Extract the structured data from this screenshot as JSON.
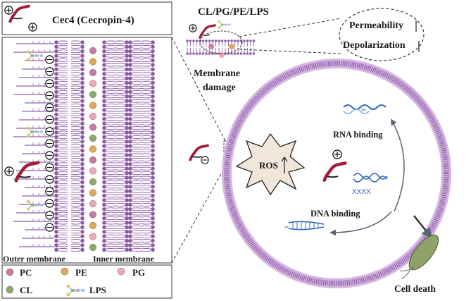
{
  "peptide": {
    "name": "Cec4 (Cecropin-4)"
  },
  "lipid_title": "CL/PG/PE/LPS",
  "effects": {
    "permeability": "Permeability",
    "depolarization": "Depolarization"
  },
  "membrane_damage": {
    "line1": "Membrane",
    "line2": "damage"
  },
  "cell": {
    "ros": "ROS",
    "rna_binding": "RNA binding",
    "dna_binding": "DNA binding",
    "cell_death": "Cell death"
  },
  "membrane_labels": {
    "outer": "Outer membrane",
    "inner": "Inner membrane"
  },
  "legend": {
    "pc": "PC",
    "pe": "PE",
    "pg": "PG",
    "cl": "CL",
    "lps": "LPS"
  },
  "colors": {
    "bilayer": "#8e5aa8",
    "cell_ring": "#d4b6e0",
    "pc": "#c77aa6",
    "pe": "#e3a857",
    "pg": "#f0a7b7",
    "cl": "#8daa6e",
    "peptide": "#a11d39"
  }
}
